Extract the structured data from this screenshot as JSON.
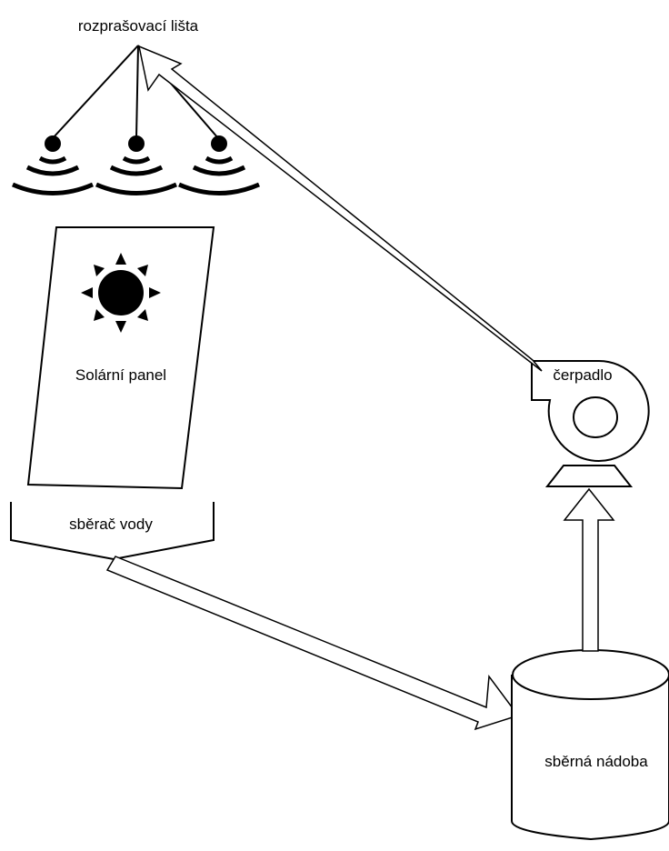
{
  "labels": {
    "spray_bar": "rozprašovací lišta",
    "solar_panel": "Solární panel",
    "water_collector": "sběrač vody",
    "pump": "čerpadlo",
    "collection_tank": "sběrná nádoba"
  },
  "icons": {
    "sprinklers": [
      "sprinkler-icon",
      "sprinkler-icon",
      "sprinkler-icon"
    ],
    "sun": "sun-icon",
    "pump": "pump-icon",
    "tank": "cylinder-tank-icon"
  },
  "colors": {
    "stroke": "#000000",
    "fill": "#ffffff"
  }
}
